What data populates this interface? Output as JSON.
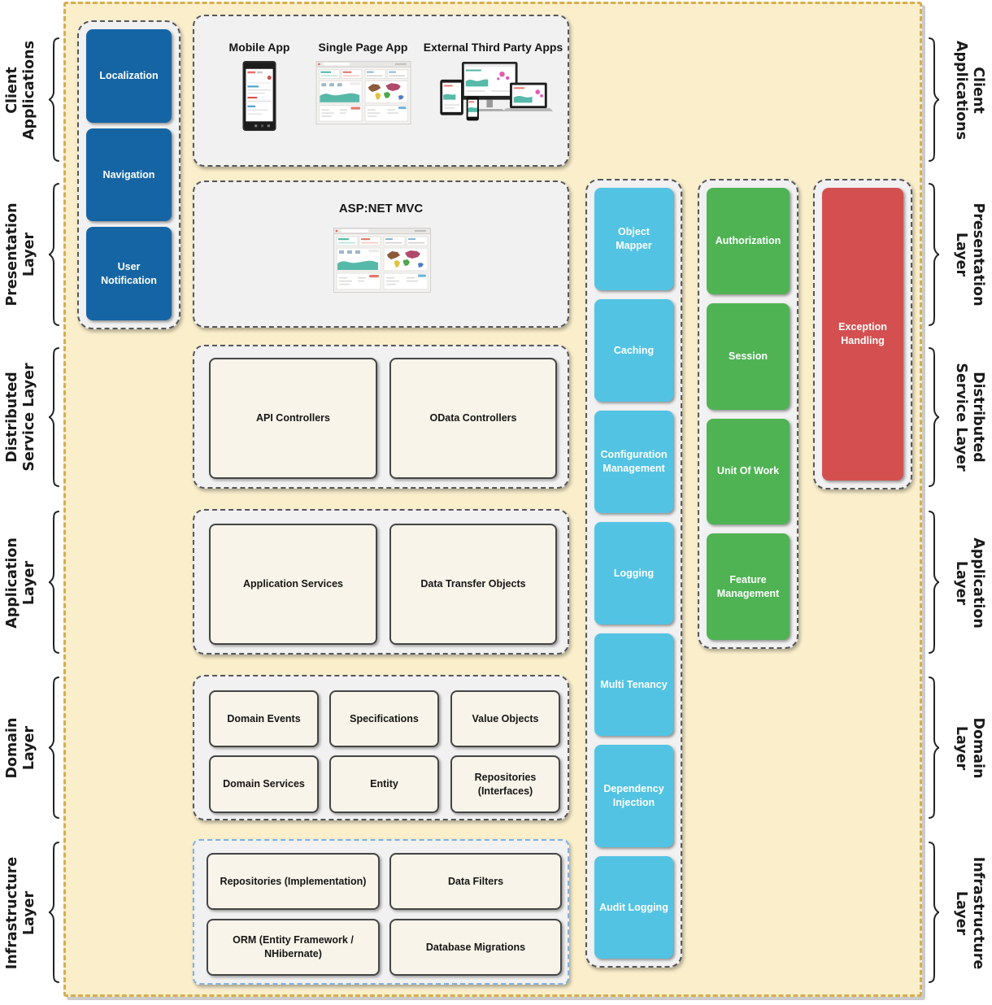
{
  "colors": {
    "canvas_bg": "#FAEECB",
    "canvas_border": "#D5AF4E",
    "panel_bg": "#F1F1F1",
    "panel_border": "#575757",
    "infra_border": "#7FB0E0",
    "blue": "#1565A5",
    "cyan": "#53C3E3",
    "green": "#4FB354",
    "red": "#D45050",
    "box_bg": "#F8F4E9",
    "box_border": "#454545"
  },
  "side_labels": {
    "left": [
      "Client\nApplications",
      "Presentation\nLayer",
      "Distributed\nService Layer",
      "Application\nLayer",
      "Domain\nLayer",
      "Infrastructure\nLayer"
    ],
    "right": [
      "Client\nApplications",
      "Presentation\nLayer",
      "Distributed\nService Layer",
      "Application\nLayer",
      "Domain\nLayer",
      "Infrastructure\nLayer"
    ]
  },
  "feature_column": {
    "items": [
      "Localization",
      "Navigation",
      "User Notification"
    ]
  },
  "client_section": {
    "apps": [
      {
        "caption": "Mobile App"
      },
      {
        "caption": "Single Page App"
      },
      {
        "caption": "External Third Party Apps"
      }
    ]
  },
  "presentation_section": {
    "title": "ASP:NET MVC"
  },
  "distributed_section": {
    "boxes": [
      "API Controllers",
      "OData Controllers"
    ]
  },
  "application_section": {
    "boxes": [
      "Application Services",
      "Data Transfer Objects"
    ]
  },
  "domain_section": {
    "boxes": [
      "Domain Events",
      "Specifications",
      "Value Objects",
      "Domain Services",
      "Entity",
      "Repositories (Interfaces)"
    ]
  },
  "infrastructure_section": {
    "boxes": [
      "Repositories (Implementation)",
      "Data Filters",
      "ORM (Entity Framework / NHibernate)",
      "Database Migrations"
    ]
  },
  "cross_cutting": {
    "items": [
      "Object Mapper",
      "Caching",
      "Configuration Management",
      "Logging",
      "Multi Tenancy",
      "Dependency Injection",
      "Audit Logging"
    ]
  },
  "aspects": {
    "items": [
      "Authorization",
      "Session",
      "Unit Of Work",
      "Feature Management"
    ]
  },
  "exception": {
    "label": "Exception Handling"
  }
}
